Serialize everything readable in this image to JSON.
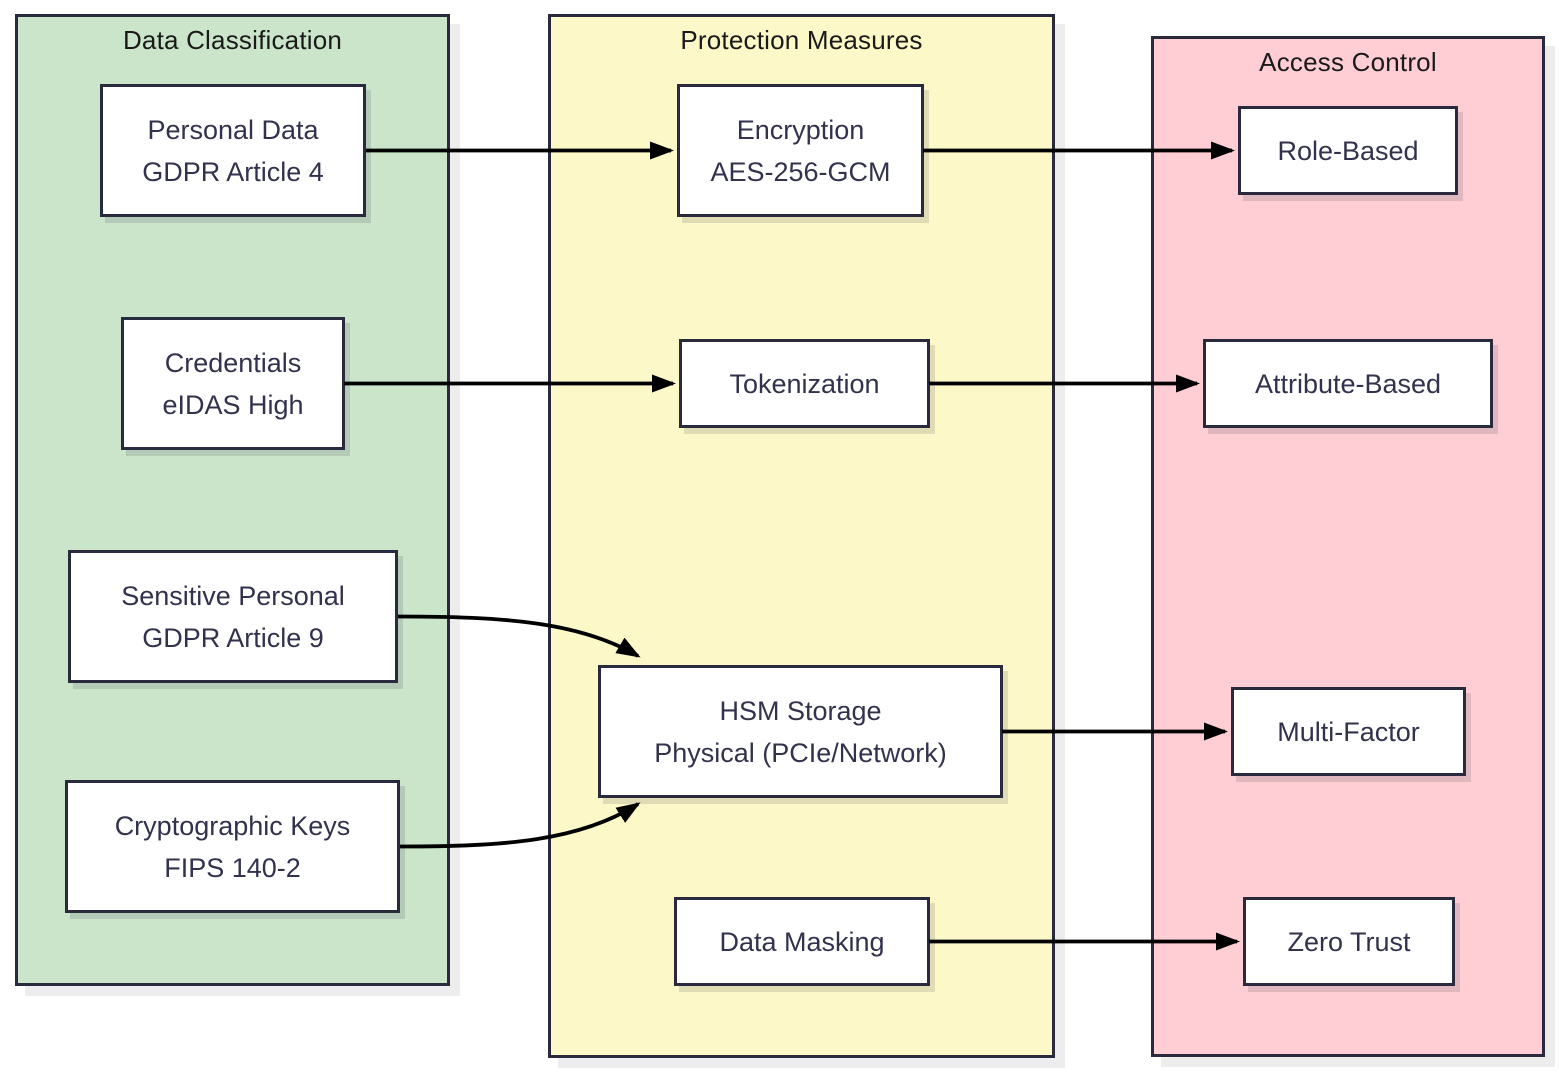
{
  "columns": [
    {
      "id": "data-classification",
      "title": "Data Classification",
      "nodes": [
        {
          "id": "personal-data",
          "lines": [
            "Personal Data",
            "GDPR Article 4"
          ]
        },
        {
          "id": "credentials",
          "lines": [
            "Credentials",
            "eIDAS High"
          ]
        },
        {
          "id": "sensitive-personal",
          "lines": [
            "Sensitive Personal",
            "GDPR Article 9"
          ]
        },
        {
          "id": "cryptographic-keys",
          "lines": [
            "Cryptographic Keys",
            "FIPS 140-2"
          ]
        }
      ]
    },
    {
      "id": "protection-measures",
      "title": "Protection Measures",
      "nodes": [
        {
          "id": "encryption",
          "lines": [
            "Encryption",
            "AES-256-GCM"
          ]
        },
        {
          "id": "tokenization",
          "lines": [
            "Tokenization"
          ]
        },
        {
          "id": "hsm-storage",
          "lines": [
            "HSM Storage",
            "Physical (PCIe/Network)"
          ]
        },
        {
          "id": "data-masking",
          "lines": [
            "Data Masking"
          ]
        }
      ]
    },
    {
      "id": "access-control",
      "title": "Access Control",
      "nodes": [
        {
          "id": "role-based",
          "lines": [
            "Role-Based"
          ]
        },
        {
          "id": "attribute-based",
          "lines": [
            "Attribute-Based"
          ]
        },
        {
          "id": "multi-factor",
          "lines": [
            "Multi-Factor"
          ]
        },
        {
          "id": "zero-trust",
          "lines": [
            "Zero Trust"
          ]
        }
      ]
    }
  ],
  "edges": [
    {
      "from": "personal-data",
      "to": "encryption"
    },
    {
      "from": "encryption",
      "to": "role-based"
    },
    {
      "from": "credentials",
      "to": "tokenization"
    },
    {
      "from": "tokenization",
      "to": "attribute-based"
    },
    {
      "from": "sensitive-personal",
      "to": "hsm-storage"
    },
    {
      "from": "cryptographic-keys",
      "to": "hsm-storage"
    },
    {
      "from": "hsm-storage",
      "to": "multi-factor"
    },
    {
      "from": "data-masking",
      "to": "zero-trust"
    }
  ],
  "colors": {
    "panel_green": "#cae5ca",
    "panel_yellow": "#fdf8c8",
    "panel_pink": "#ffced4",
    "border": "#2a2a3f",
    "node_fill": "#ffffff",
    "node_text": "#32324e",
    "title_text": "#1a1a1a",
    "arrow": "#000000"
  }
}
